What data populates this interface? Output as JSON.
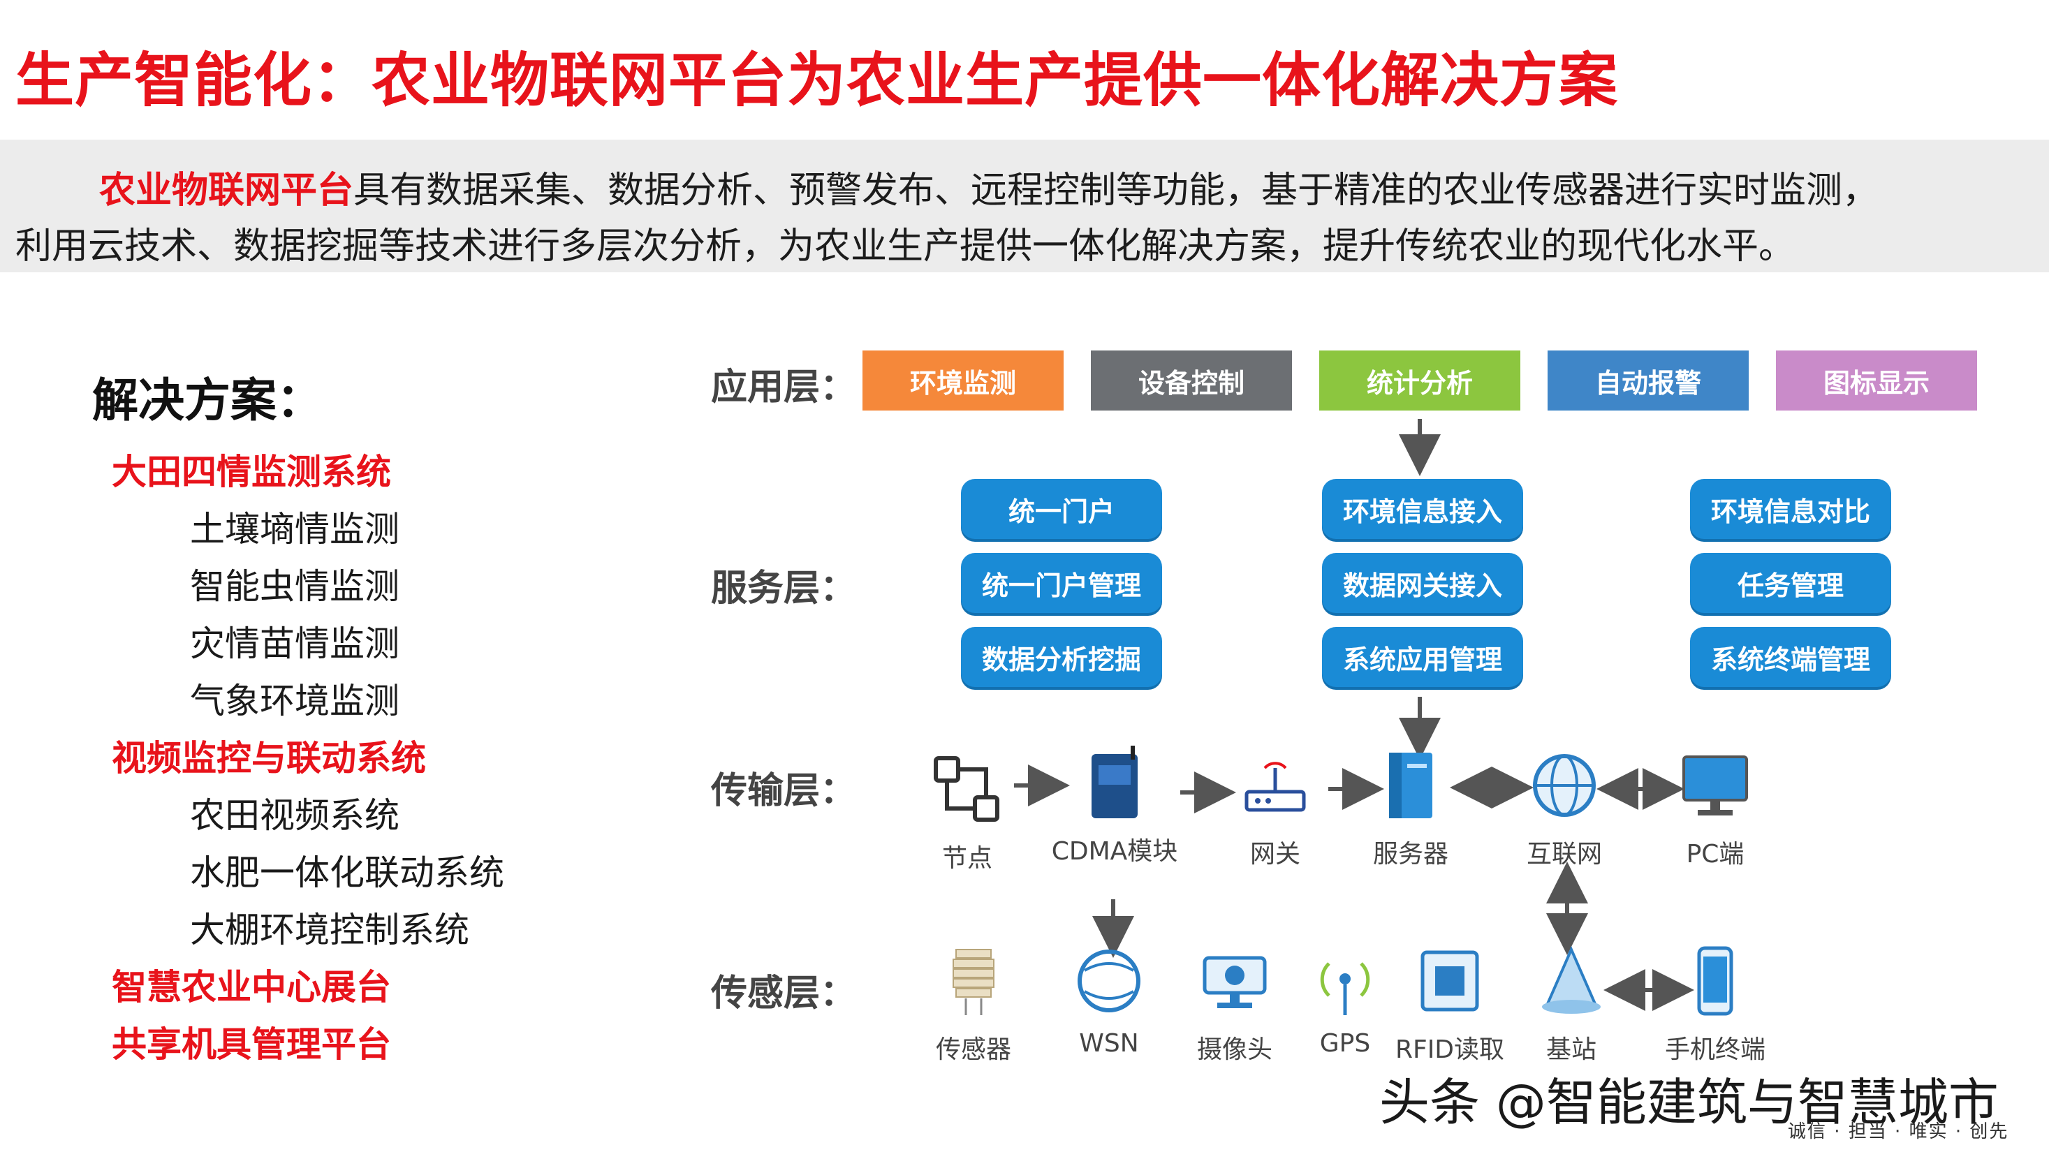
{
  "title": "生产智能化：农业物联网平台为农业生产提供一体化解决方案",
  "intro": {
    "highlight": "农业物联网平台",
    "line1_rest": "具有数据采集、数据分析、预警发布、远程控制等功能，基于精准的农业传感器进行实时监测，",
    "line2": "利用云技术、数据挖掘等技术进行多层次分析，为农业生产提供一体化解决方案，提升传统农业的现代化水平。"
  },
  "solutions": {
    "heading": "解决方案：",
    "groups": [
      {
        "name": "大田四情监测系统",
        "items": [
          "土壤墒情监测",
          "智能虫情监测",
          "灾情苗情监测",
          "气象环境监测"
        ]
      },
      {
        "name": "视频监控与联动系统",
        "items": [
          "农田视频系统",
          "水肥一体化联动系统",
          "大棚环境控制系统"
        ]
      },
      {
        "name": "智慧农业中心展台",
        "items": []
      },
      {
        "name": "共享机具管理平台",
        "items": []
      }
    ]
  },
  "diagram": {
    "layers": [
      "应用层：",
      "服务层：",
      "传输层：",
      "传感层："
    ],
    "app": [
      {
        "label": "环境监测",
        "color": "#f5883a"
      },
      {
        "label": "设备控制",
        "color": "#6c6f73"
      },
      {
        "label": "统计分析",
        "color": "#8cc63f"
      },
      {
        "label": "自动报警",
        "color": "#3f86c8"
      },
      {
        "label": "图标显示",
        "color": "#c98bc9"
      }
    ],
    "service": {
      "col1": [
        "统一门户",
        "统一门户管理",
        "数据分析挖掘"
      ],
      "col2": [
        "环境信息接入",
        "数据网关接入",
        "系统应用管理"
      ],
      "col3": [
        "环境信息对比",
        "任务管理",
        "系统终端管理"
      ]
    },
    "transport": [
      "节点",
      "CDMA模块",
      "网关",
      "服务器",
      "互联网",
      "PC端"
    ],
    "sensing": [
      "传感器",
      "WSN",
      "摄像头",
      "GPS",
      "RFID读取",
      "基站",
      "手机终端"
    ]
  },
  "watermark": {
    "main": "头条 @智能建筑与智慧城市",
    "sub": "诚信 · 担当 · 唯实 · 创先"
  }
}
